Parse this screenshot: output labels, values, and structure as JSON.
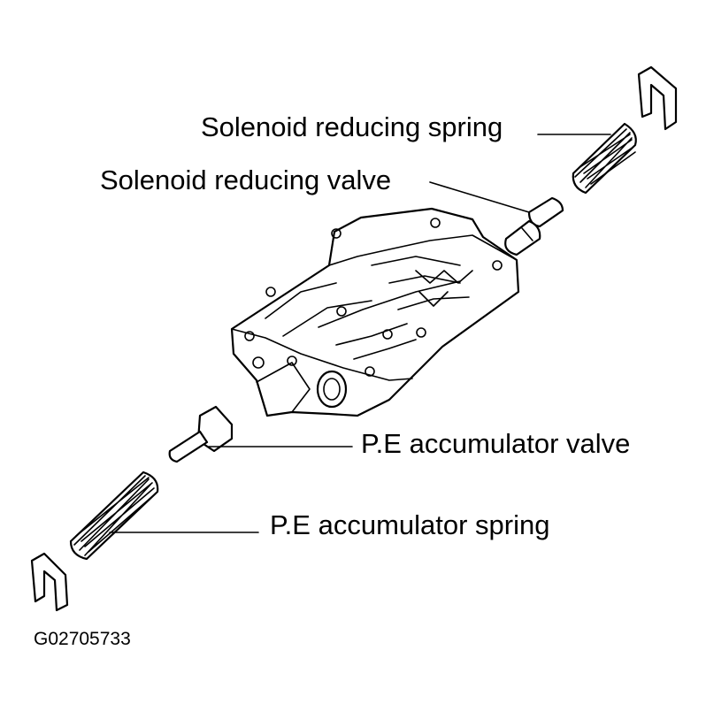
{
  "labels": {
    "solenoid_reducing_spring": "Solenoid reducing spring",
    "solenoid_reducing_valve": "Solenoid reducing valve",
    "pe_accumulator_valve": "P.E accumulator valve",
    "pe_accumulator_spring": "P.E accumulator spring"
  },
  "figure_id": "G02705733"
}
